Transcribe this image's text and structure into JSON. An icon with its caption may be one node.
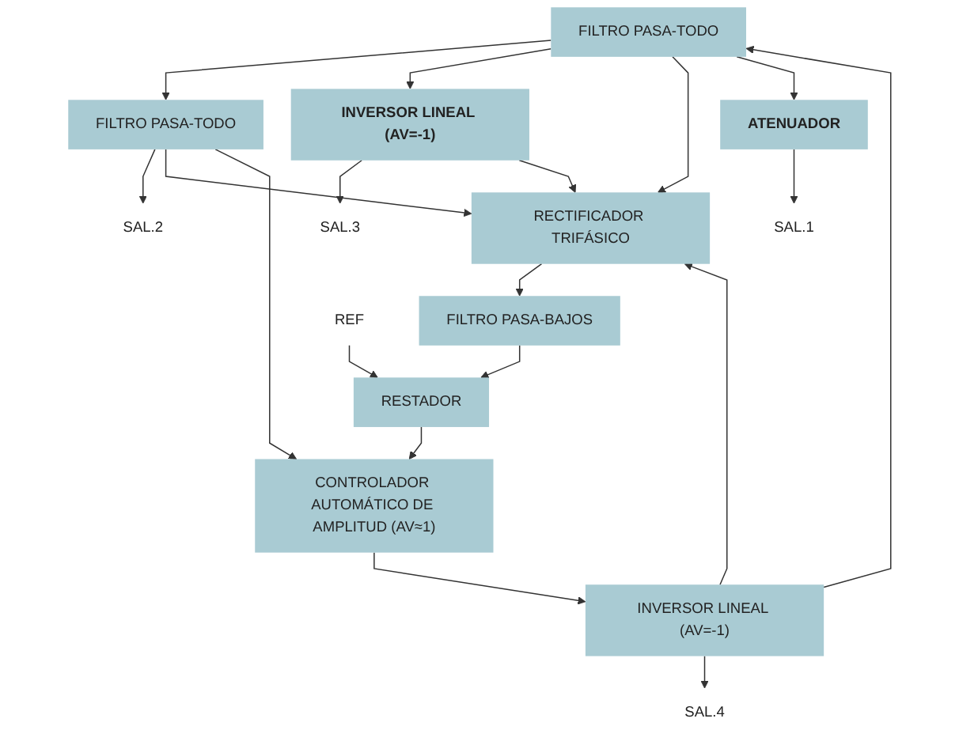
{
  "diagram": {
    "nodes": [
      {
        "text": [
          "FILTRO PASA-TODO"
        ]
      },
      {
        "text": [
          "FILTRO PASA-TODO"
        ]
      },
      {
        "text": [
          "SAL.2"
        ]
      },
      {
        "text": [
          "INVERSOR LINEAL (AV=-1)"
        ]
      },
      {
        "text": [
          "ATENUADOR"
        ]
      },
      {
        "text": [
          "SAL.3"
        ]
      },
      {
        "text": [
          "SAL.1"
        ]
      },
      {
        "text": [
          "RECTIFICADOR TRIFÁSICO"
        ]
      },
      {
        "text": [
          "FILTRO PASA-BAJOS"
        ]
      },
      {
        "text": [
          "REF"
        ]
      },
      {
        "text": [
          "RESTADOR"
        ]
      },
      {
        "text": [
          "SAL.4"
        ]
      },
      {
        "text": [
          "INVERSOR LINEAL (AV=-1)"
        ]
      },
      {
        "text": [
          "CONTROLADOR AUTOMÁTICO DE AMPLITUD (AV≈1)"
        ]
      }
    ],
    "edges": [
      {
        "from": 0,
        "to": 1,
        "arrow": "to"
      },
      {
        "from": 0,
        "to": 3,
        "arrow": "to"
      },
      {
        "from": 0,
        "to": 7,
        "arrow": "to"
      },
      {
        "from": 0,
        "to": 4,
        "arrow": "to"
      },
      {
        "from": 1,
        "to": 2,
        "arrow": "to"
      },
      {
        "from": 1,
        "to": 7,
        "arrow": "to"
      },
      {
        "from": 1,
        "to": 13,
        "arrow": "to"
      },
      {
        "from": 3,
        "to": 5,
        "arrow": "to"
      },
      {
        "from": 3,
        "to": 7,
        "arrow": "to"
      },
      {
        "from": 4,
        "to": 6,
        "arrow": "to"
      },
      {
        "from": 7,
        "to": 8,
        "arrow": "to"
      },
      {
        "from": 8,
        "to": 10,
        "arrow": "to"
      },
      {
        "from": 9,
        "to": 10,
        "arrow": "to"
      },
      {
        "from": 10,
        "to": 13,
        "arrow": "to"
      },
      {
        "from": 13,
        "to": 12,
        "arrow": "to"
      },
      {
        "from": 12,
        "to": 11,
        "arrow": "to"
      },
      {
        "from": 12,
        "to": 0,
        "arrow": "to"
      },
      {
        "from": 12,
        "to": 7,
        "arrow": "to"
      }
    ]
  }
}
